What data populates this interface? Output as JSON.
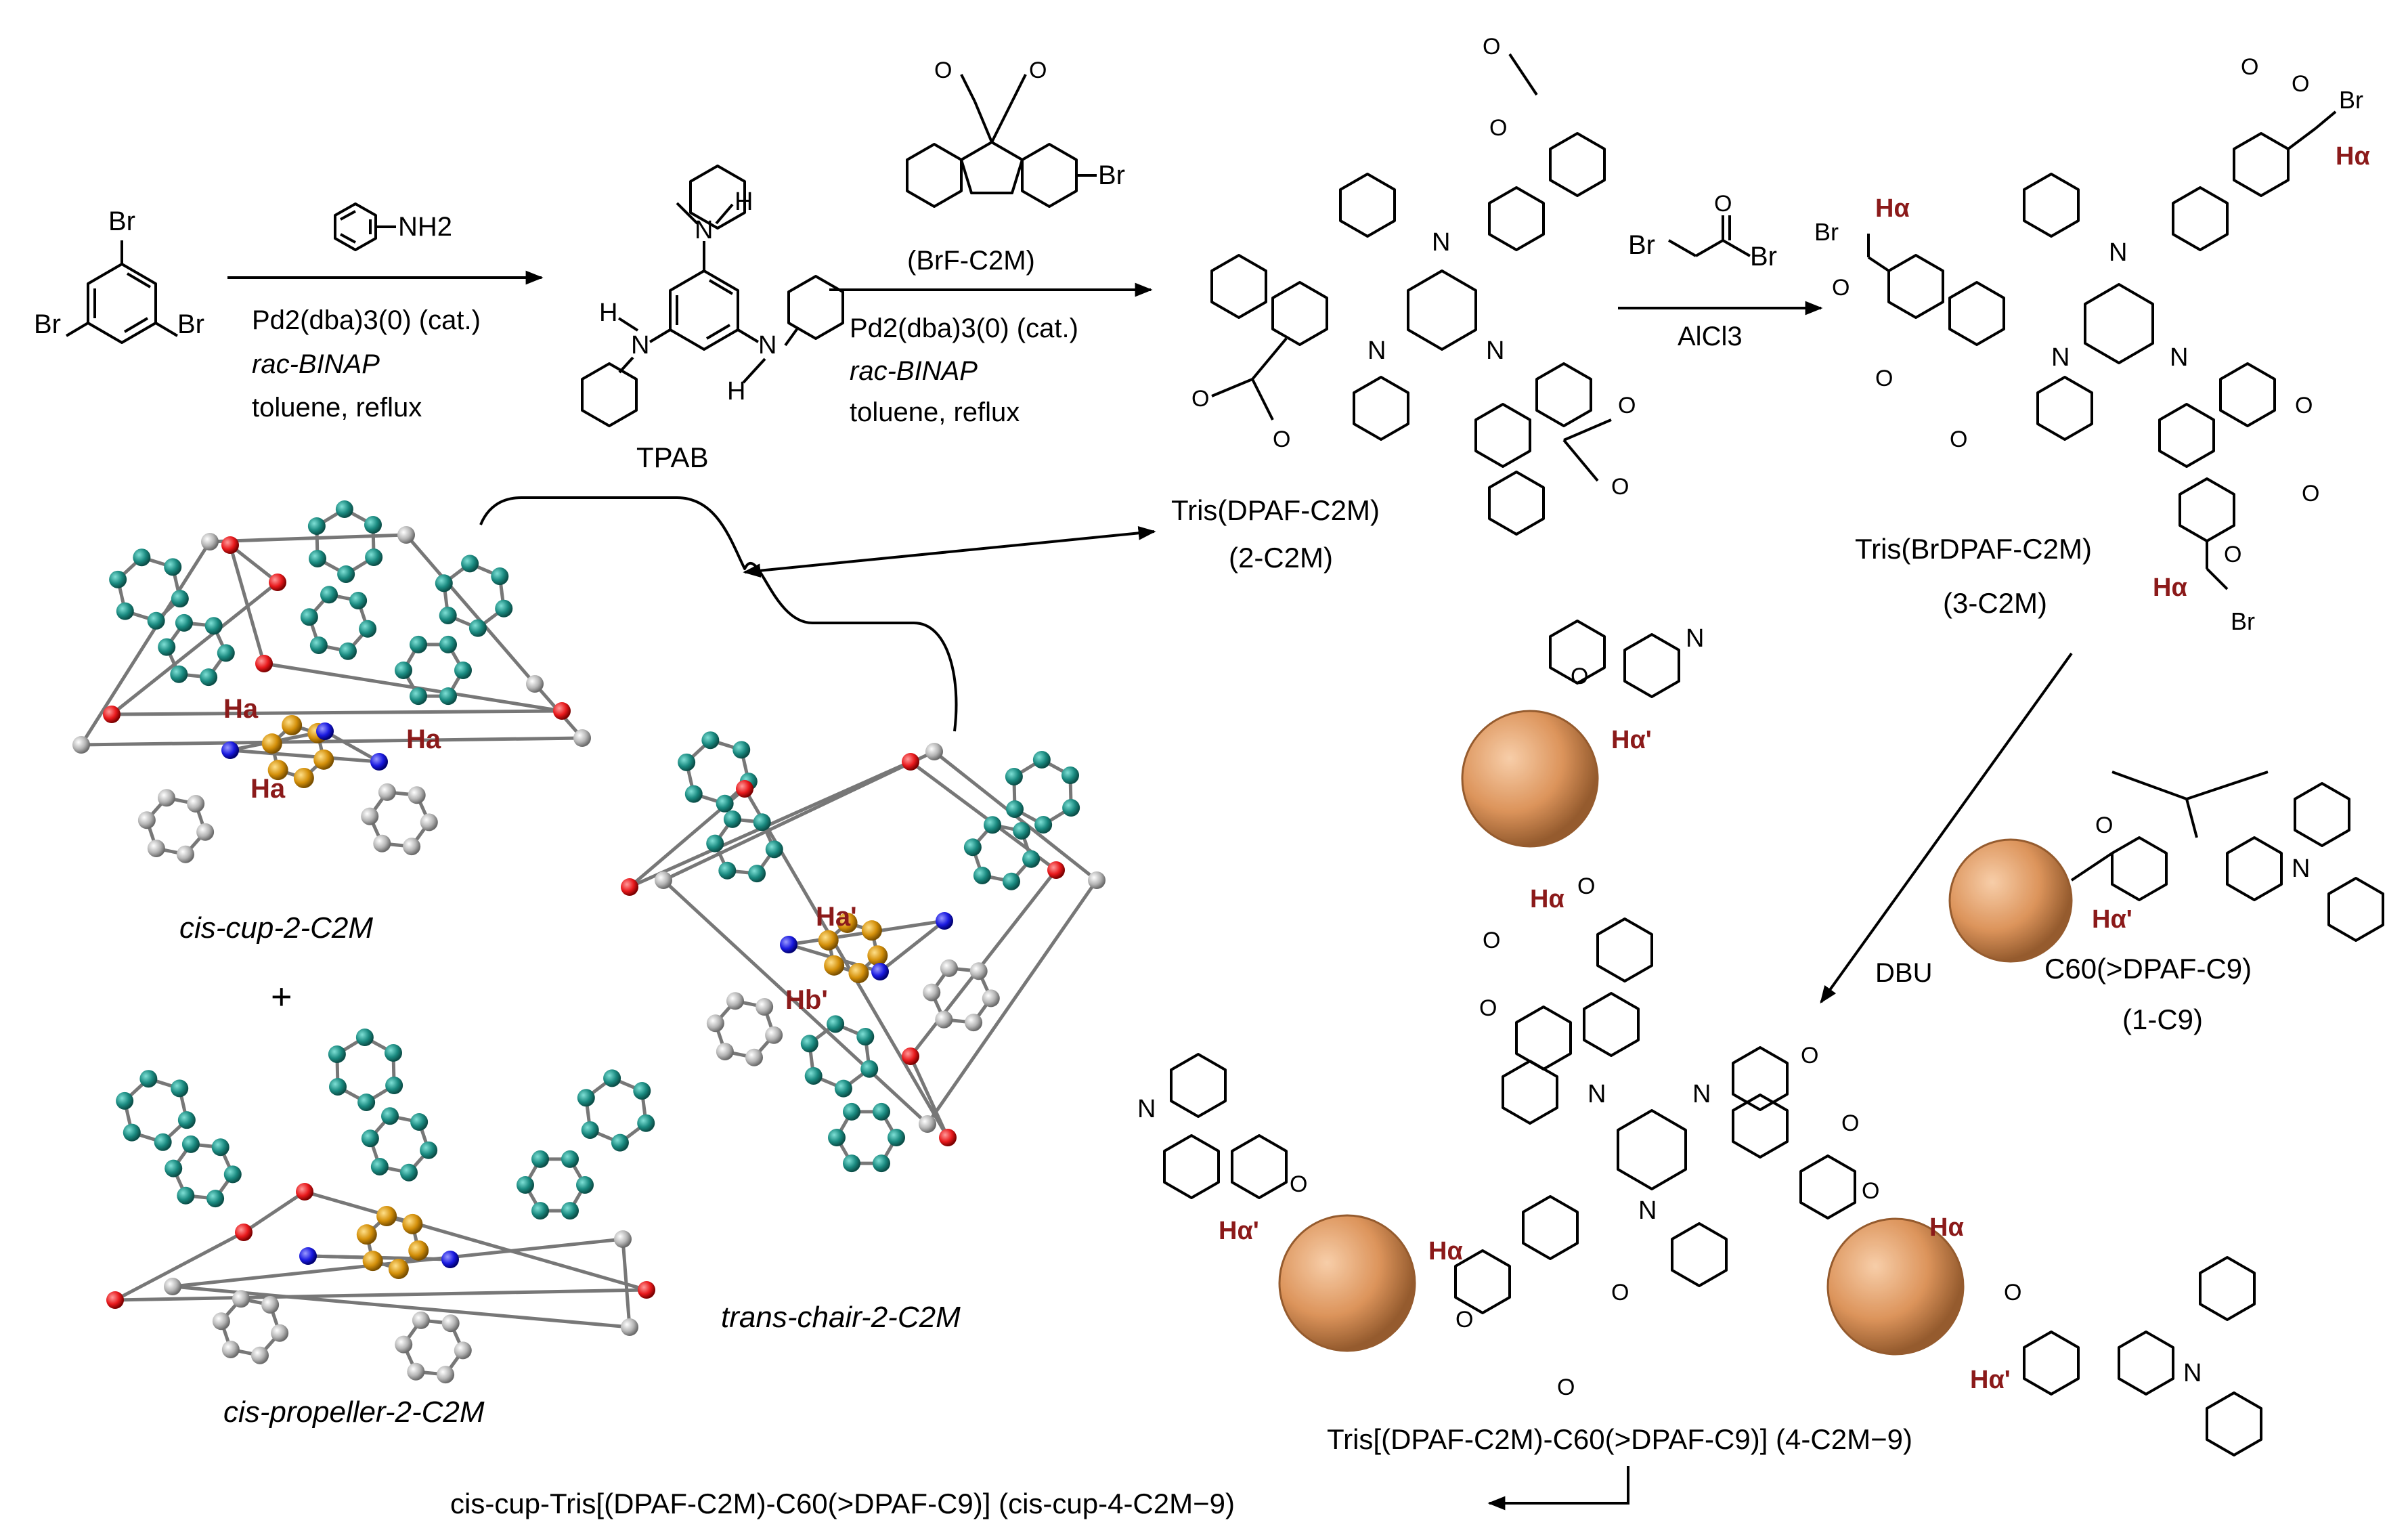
{
  "step1": {
    "sm_atoms": [
      "Br",
      "Br",
      "Br"
    ],
    "reagent": "NH2",
    "catalyst": "Pd2(dba)3(0) (cat.)",
    "ligand": "rac-BINAP",
    "solvent": "toluene, reflux",
    "product": "TPAB"
  },
  "step2": {
    "reagent_atom": "Br",
    "reagent_name": "(BrF-C2M)",
    "catalyst": "Pd2(dba)3(0) (cat.)",
    "ligand": "rac-BINAP",
    "solvent": "toluene, reflux",
    "product_name": "Tris(DPAF-C2M)",
    "product_code": "(2-C2M)"
  },
  "step3": {
    "reagent_atoms": [
      "Br",
      "Br"
    ],
    "catalyst": "AlCl3",
    "product_name": "Tris(BrDPAF-C2M)",
    "product_code": "(3-C2M)"
  },
  "step4": {
    "base": "DBU",
    "reagent_name": "C60(>DPAF-C9)",
    "reagent_code": "(1-C9)",
    "product_name": "Tris[(DPAF-C2M)-C60(>DPAF-C9)] (4-C2M−9)",
    "final": "cis-cup-Tris[(DPAF-C2M)-C60(>DPAF-C9)] (cis-cup-4-C2M−9)"
  },
  "conformers": {
    "cup": "cis-cup-2-C2M",
    "plus": "+",
    "propeller": "cis-propeller-2-C2M",
    "chair": "trans-chair-2-C2M"
  },
  "h_labels": {
    "ha": "Ha",
    "ha_prime": "Ha'",
    "hb_prime": "Hb'",
    "halpha": "Hα",
    "halpha_prime": "Hα'"
  },
  "atoms": {
    "n": "N",
    "h": "H",
    "o": "O",
    "br": "Br"
  },
  "colors": {
    "highlight": "#8b1a1a",
    "carbon_ball": "#1a8a80",
    "core_ball": "#d4900a",
    "oxygen": "#e8191c",
    "nitrogen": "#1a1ae0",
    "hydrogen": "#b5b5b5",
    "fullerene": "#d9894a"
  }
}
